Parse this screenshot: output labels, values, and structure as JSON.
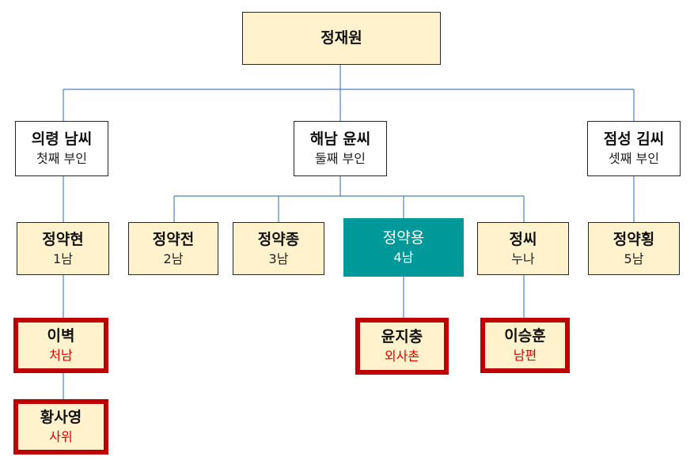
{
  "root": {
    "name": "정재원"
  },
  "wives": [
    {
      "name": "의령 남씨",
      "role": "첫째 부인"
    },
    {
      "name": "해남 윤씨",
      "role": "둘째 부인"
    },
    {
      "name": "점성 김씨",
      "role": "셋째 부인"
    }
  ],
  "children": [
    {
      "name": "정약현",
      "role": "1남"
    },
    {
      "name": "정약전",
      "role": "2남"
    },
    {
      "name": "정약종",
      "role": "3남"
    },
    {
      "name": "정약용",
      "role": "4남"
    },
    {
      "name": "정씨",
      "role": "누나"
    },
    {
      "name": "정약횡",
      "role": "5남"
    }
  ],
  "relatives": [
    {
      "name": "이벽",
      "role": "처남"
    },
    {
      "name": "황사영",
      "role": "사위"
    },
    {
      "name": "윤지충",
      "role": "외사촌"
    },
    {
      "name": "이승훈",
      "role": "남편"
    }
  ],
  "colors": {
    "line": "#4f81bd",
    "cream": "#fff2cc",
    "highlight": "#009999",
    "relative_border": "#c00000"
  }
}
